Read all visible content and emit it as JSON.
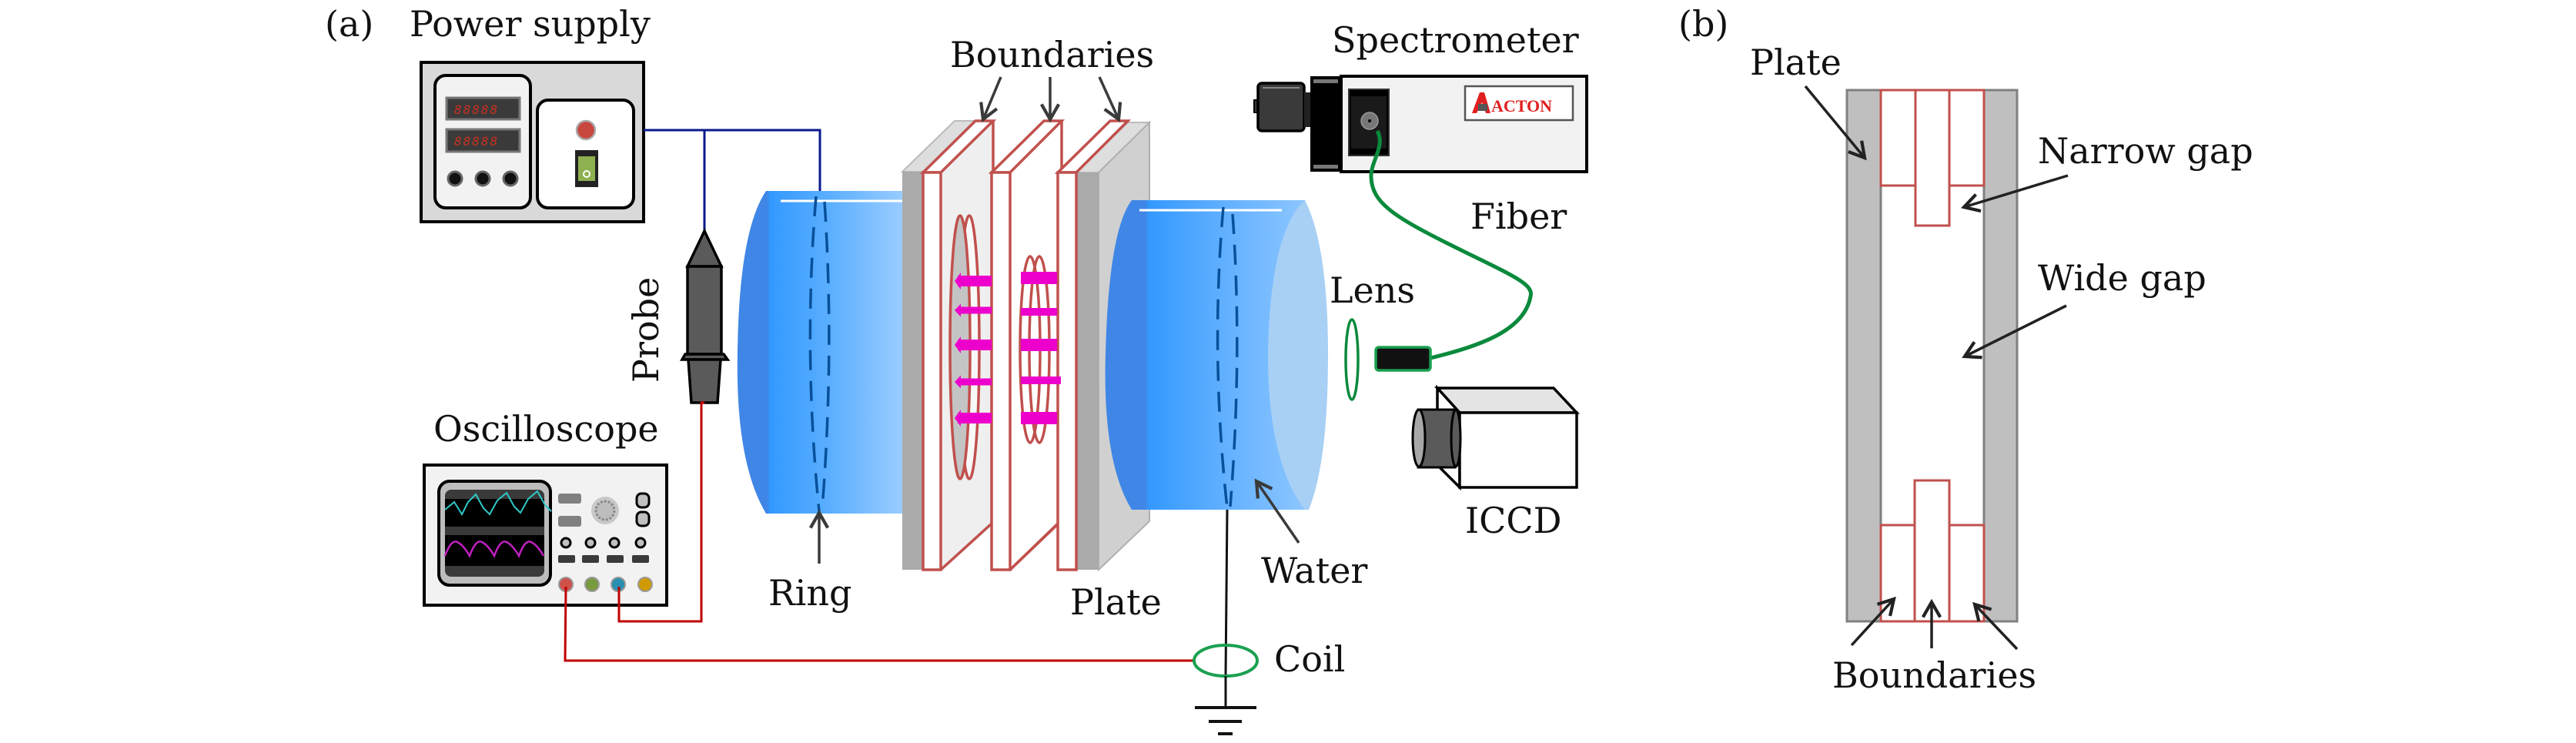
{
  "figure": {
    "panel_a": {
      "panel_label": "(a)",
      "labels": {
        "power_supply": "Power supply",
        "probe": "Probe",
        "oscilloscope": "Oscilloscope",
        "boundaries": "Boundaries",
        "spectrometer": "Spectrometer",
        "fiber": "Fiber",
        "lens": "Lens",
        "iccd": "ICCD",
        "ring": "Ring",
        "plate": "Plate",
        "water": "Water",
        "coil": "Coil"
      },
      "spectrometer_brand": "ACTON",
      "spectrometer_brand_icon": "acton-logo-icon",
      "power_supply_display_text": "88888",
      "colors": {
        "water_blue": "#3399ff",
        "wire_blue": "#0a1a8c",
        "wire_red": "#c00000",
        "fiber_green": "#0a8a3c",
        "boundary_red": "#c0504d",
        "plasma_magenta": "#ee00cc",
        "plate_gray": "#aaaaaa",
        "scope_trace_1": "#30c8c8",
        "scope_trace_2": "#c020c0"
      },
      "scope_ports": [
        {
          "name": "port-red",
          "color": "#d0504a"
        },
        {
          "name": "port-green",
          "color": "#7a9a40"
        },
        {
          "name": "port-blue",
          "color": "#2a8fb0"
        },
        {
          "name": "port-orange",
          "color": "#d09a00"
        }
      ]
    },
    "panel_b": {
      "panel_label": "(b)",
      "labels": {
        "plate": "Plate",
        "narrow_gap": "Narrow gap",
        "wide_gap": "Wide gap",
        "boundaries": "Boundaries"
      }
    }
  }
}
